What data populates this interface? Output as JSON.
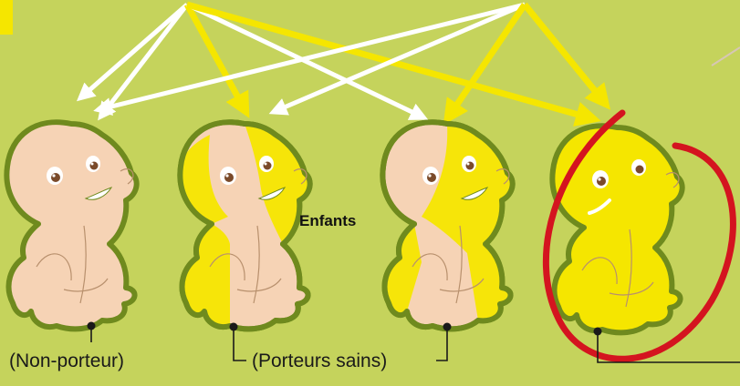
{
  "children_label": "Enfants",
  "labels": {
    "non_carrier": "(Non-porteur)",
    "healthy_carriers": "(Porteurs sains)"
  },
  "colors": {
    "background": "#c5d35c",
    "healthy_skin": "#f6d3b5",
    "gene_yellow": "#f5e600",
    "outline": "#6f8a1e",
    "arrow_white": "#ffffff",
    "arrow_yellow": "#f5e600",
    "highlight_red": "#d4141f"
  },
  "icons": [
    "baby-figure",
    "inheritance-arrow",
    "red-circle-highlight"
  ]
}
